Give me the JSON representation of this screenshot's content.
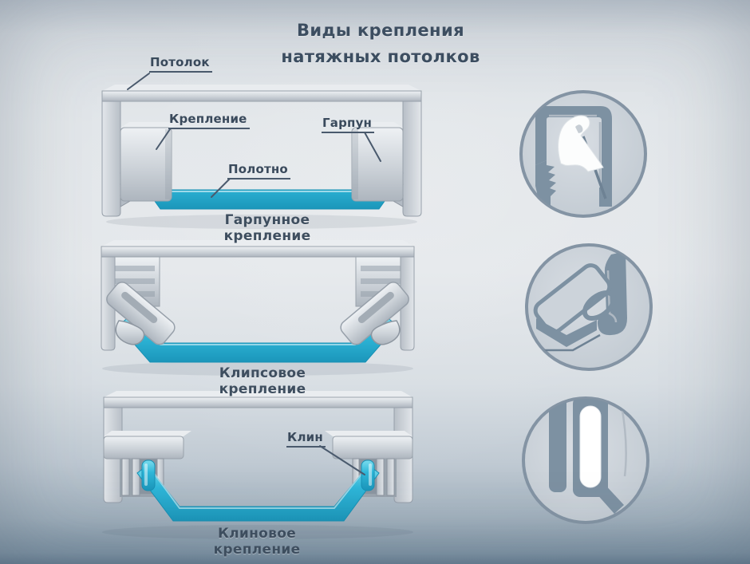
{
  "title": "Виды крепления натяжных потолков",
  "diagrams": {
    "harpoon": {
      "caption": "Гарпунное крепление",
      "labels": {
        "ceiling": "Потолок",
        "mount": "Крепление",
        "harpoon": "Гарпун",
        "canvas": "Полотно"
      }
    },
    "clip": {
      "caption": "Клипсовое крепление"
    },
    "wedge": {
      "caption": "Клиновое крепление",
      "labels": {
        "wedge": "Клин"
      }
    }
  },
  "detail_views": {
    "harpoon": "harpoon-mount-closeup",
    "clip": "clip-mount-closeup",
    "wedge": "wedge-mount-closeup"
  },
  "colors": {
    "canvas_blue": "#2fb7d9",
    "canvas_blue_light": "#7bdcee",
    "canvas_blue_dark": "#1b96ba",
    "glyph_slate": "#7d91a2",
    "text_dark": "#3d4e61"
  }
}
